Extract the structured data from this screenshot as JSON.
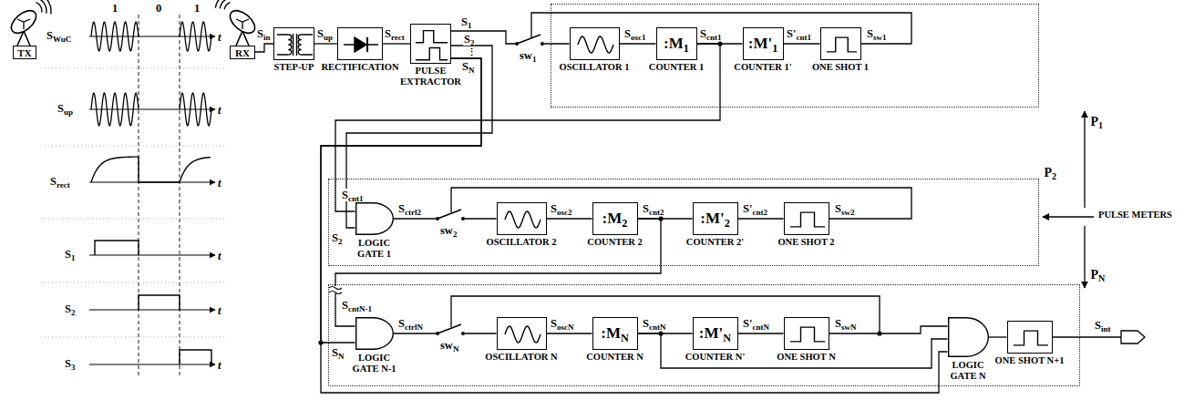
{
  "diagram": {
    "nodes": [
      {
        "text": [
          "TX"
        ]
      },
      {
        "text": [
          "RX"
        ]
      },
      {
        "text": [
          "STEP-UP"
        ]
      },
      {
        "text": [
          "RECTIFICATION"
        ]
      },
      {
        "text": [
          "PULSE EXTRACTOR"
        ]
      },
      {
        "text": [
          "P1"
        ]
      },
      {
        "text": [
          "OSCILLATOR 1"
        ],
        "in": 5
      },
      {
        "text": [
          ":M1",
          "COUNTER 1"
        ],
        "in": 5
      },
      {
        "text": [
          ":M'1",
          "COUNTER 1'"
        ],
        "in": 5
      },
      {
        "text": [
          "ONE SHOT 1"
        ],
        "in": 5
      },
      {
        "text": [
          "P2"
        ]
      },
      {
        "text": [
          "LOGIC GATE 1"
        ],
        "in": 10
      },
      {
        "text": [
          "OSCILLATOR 2"
        ],
        "in": 10
      },
      {
        "text": [
          ":M2",
          "COUNTER 2"
        ],
        "in": 10
      },
      {
        "text": [
          ":M'2",
          "COUNTER 2'"
        ],
        "in": 10
      },
      {
        "text": [
          "ONE SHOT 2"
        ],
        "in": 10
      },
      {
        "text": [
          "PN"
        ]
      },
      {
        "text": [
          "LOGIC GATE N-1"
        ],
        "in": 16
      },
      {
        "text": [
          "OSCILLATOR N"
        ],
        "in": 16
      },
      {
        "text": [
          ":MN",
          "COUNTER N"
        ],
        "in": 16
      },
      {
        "text": [
          ":M'N",
          "COUNTER N'"
        ],
        "in": 16
      },
      {
        "text": [
          "ONE SHOT N"
        ],
        "in": 16
      },
      {
        "text": [
          "LOGIC GATE N"
        ],
        "in": 16
      },
      {
        "text": [
          "ONE SHOT N+1"
        ],
        "in": 16
      }
    ],
    "edges": [
      {
        "from": 1,
        "to": 2,
        "arrow": "none",
        "label": "Sin"
      },
      {
        "from": 2,
        "to": 3,
        "arrow": "none",
        "label": "Sup"
      },
      {
        "from": 3,
        "to": 4,
        "arrow": "none",
        "label": "Srect"
      },
      {
        "from": 4,
        "to": 6,
        "arrow": "none",
        "label": "S1"
      },
      {
        "from": 6,
        "to": 7,
        "arrow": "none",
        "label": "Sosc1"
      },
      {
        "from": 7,
        "to": 8,
        "arrow": "none",
        "label": "Scnt1"
      },
      {
        "from": 8,
        "to": 9,
        "arrow": "none",
        "label": "S'cnt1"
      },
      {
        "from": 4,
        "to": 11,
        "arrow": "none",
        "label": "S2"
      },
      {
        "from": 7,
        "to": 11,
        "arrow": "none",
        "label": "Scnt1"
      },
      {
        "from": 11,
        "to": 12,
        "arrow": "none",
        "label": "Sctrl2"
      },
      {
        "from": 12,
        "to": 13,
        "arrow": "none",
        "label": "Sosc2"
      },
      {
        "from": 13,
        "to": 14,
        "arrow": "none",
        "label": "Scnt2"
      },
      {
        "from": 14,
        "to": 15,
        "arrow": "none",
        "label": "S'cnt2"
      },
      {
        "from": 13,
        "to": 17,
        "arrow": "none",
        "label": "ScntN-1"
      },
      {
        "from": 4,
        "to": 17,
        "arrow": "none",
        "label": "SN"
      },
      {
        "from": 17,
        "to": 18,
        "arrow": "none",
        "label": "SctrlN"
      },
      {
        "from": 18,
        "to": 19,
        "arrow": "none",
        "label": "SoscN"
      },
      {
        "from": 19,
        "to": 20,
        "arrow": "none",
        "label": "ScntN"
      },
      {
        "from": 20,
        "to": 21,
        "arrow": "none",
        "label": "S'cntN"
      },
      {
        "from": 21,
        "to": 22,
        "arrow": "none",
        "label": "SswN"
      },
      {
        "from": 19,
        "to": 22,
        "arrow": "none"
      },
      {
        "from": 4,
        "to": 22,
        "arrow": "none"
      },
      {
        "from": 22,
        "to": 23,
        "arrow": "none"
      }
    ],
    "labels": [
      "1",
      "0",
      "1",
      "SWuC",
      "t",
      "Sup",
      "t",
      "Srect",
      "t",
      "S1",
      "t",
      "S2",
      "t",
      "S3",
      "t",
      "S2",
      "⋮",
      "sw1",
      "Ssw1",
      "sw2",
      "Ssw2",
      "SN",
      "swN",
      "Sint",
      "PULSE METERS"
    ]
  }
}
